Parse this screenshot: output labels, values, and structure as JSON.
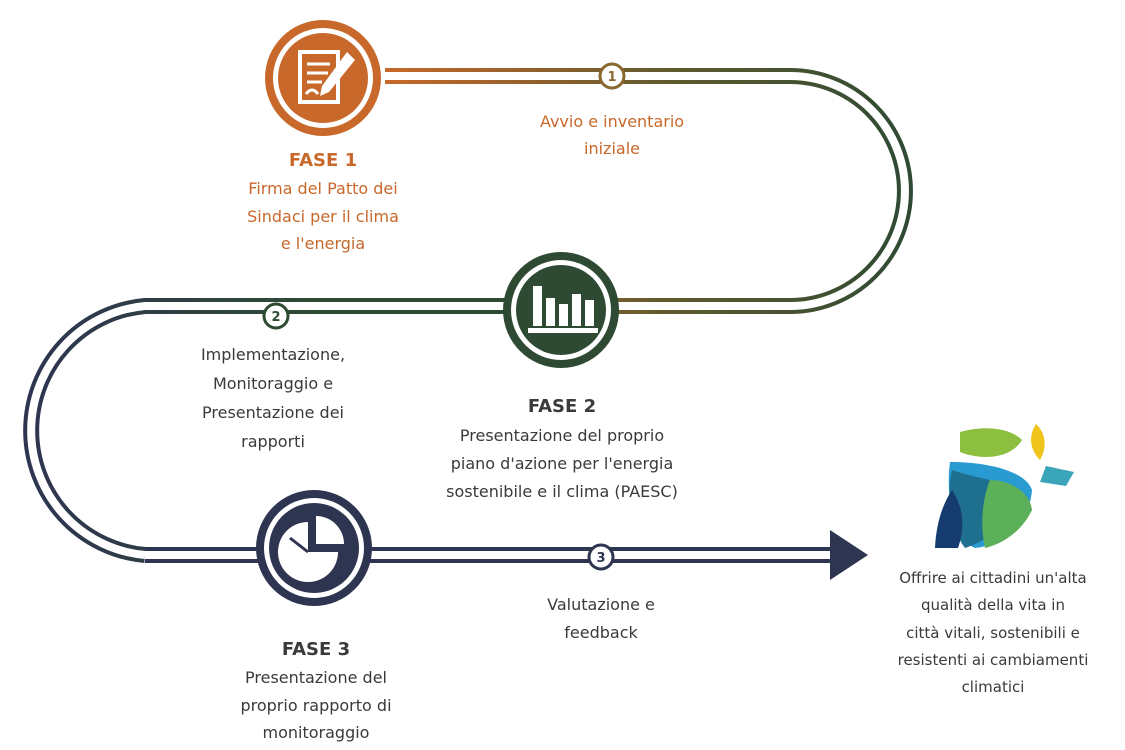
{
  "colors": {
    "orange": "#c8682a",
    "green": "#2f4a33",
    "navy": "#2e3551",
    "text": "#3a3a3a"
  },
  "phases": [
    {
      "title": "FASE 1",
      "description": "Firma del Patto dei Sindaci per il clima e l'energia",
      "description_lines": [
        "Firma del Patto dei",
        "Sindaci per il clima",
        "e l'energia"
      ],
      "icon": "document-signature-icon"
    },
    {
      "title": "FASE 2",
      "description": "Presentazione del proprio piano d'azione per l'energia sostenibile e il clima (PAESC)",
      "description_lines": [
        "Presentazione del proprio",
        "piano d'azione per l'energia",
        "sostenibile e il clima (PAESC)"
      ],
      "icon": "bar-chart-icon"
    },
    {
      "title": "FASE 3",
      "description": "Presentazione del proprio rapporto di monitoraggio",
      "description_lines": [
        "Presentazione del",
        "proprio rapporto di",
        "monitoraggio"
      ],
      "icon": "pie-chart-icon"
    }
  ],
  "steps": [
    {
      "number": "1",
      "label_lines": [
        "Avvio e inventario",
        "iniziale"
      ]
    },
    {
      "number": "2",
      "label_lines": [
        "Implementazione,",
        "Monitoraggio e",
        "Presentazione dei",
        "rapporti"
      ]
    },
    {
      "number": "3",
      "label_lines": [
        "Valutazione e",
        "feedback"
      ]
    }
  ],
  "outcome": {
    "lines": [
      "Offrire ai cittadini un'alta",
      "qualità della vita in",
      "città vitali, sostenibili e",
      "resistenti ai cambiamenti",
      "climatici"
    ],
    "icon": "covenant-of-mayors-logo-icon"
  }
}
